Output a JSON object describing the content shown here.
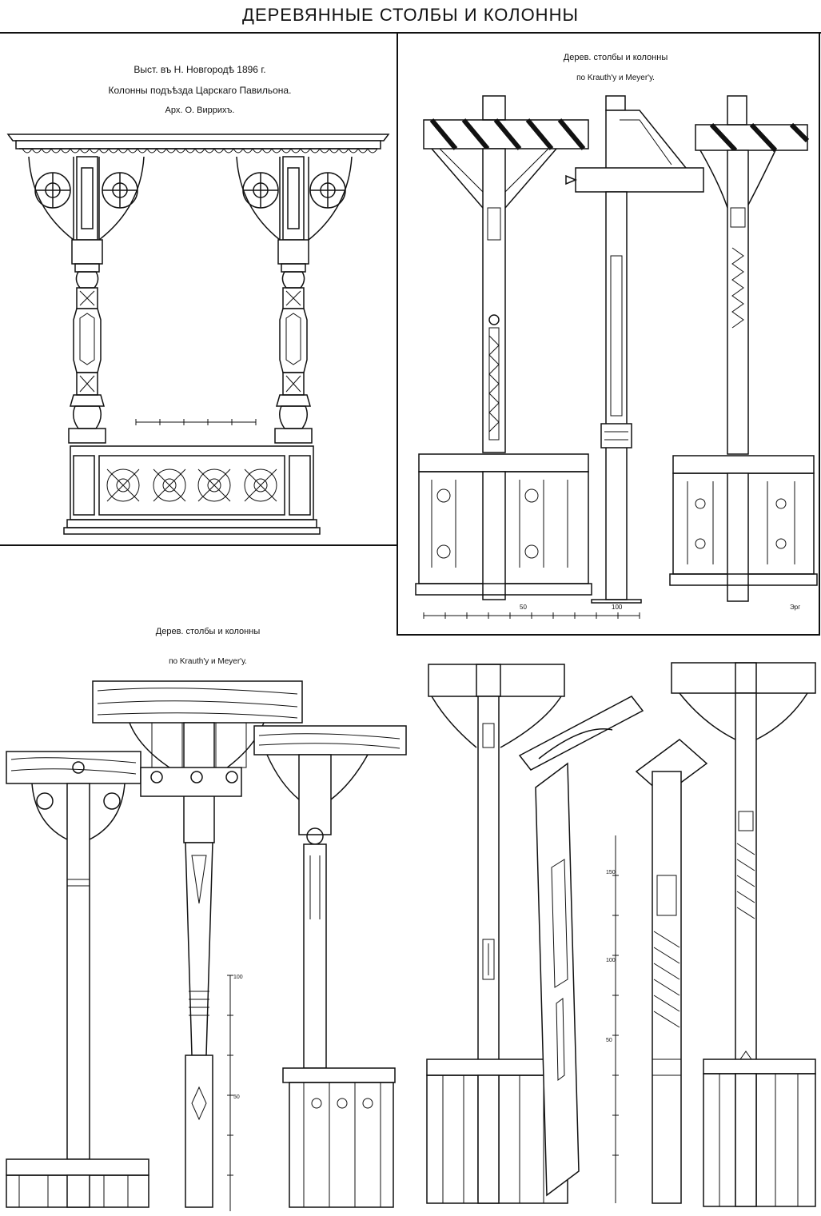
{
  "title": "ДЕРЕВЯННЫЕ СТОЛБЫ И КОЛОННЫ",
  "plate1": {
    "line1": "Выст. въ Н. Новгородѣ 1896 г.",
    "line2": "Колонны подъѣзда Царскаго Павильона.",
    "line3": "Арх. О. Виррихъ."
  },
  "plate2": {
    "line1": "Дерев. столбы и колонны",
    "line2": "по Krauth'у и Meyer'у.",
    "scale_mid": "50",
    "scale_end": "100",
    "signature": "Эрг"
  },
  "plate3": {
    "line1": "Дерев. столбы и колонны",
    "line2": "по Krauth'у и Meyer'у.",
    "scale_top": "100",
    "scale_mid": "50"
  },
  "plate4": {
    "scale_top": "150",
    "scale_mid": "100",
    "scale_low": "50"
  }
}
